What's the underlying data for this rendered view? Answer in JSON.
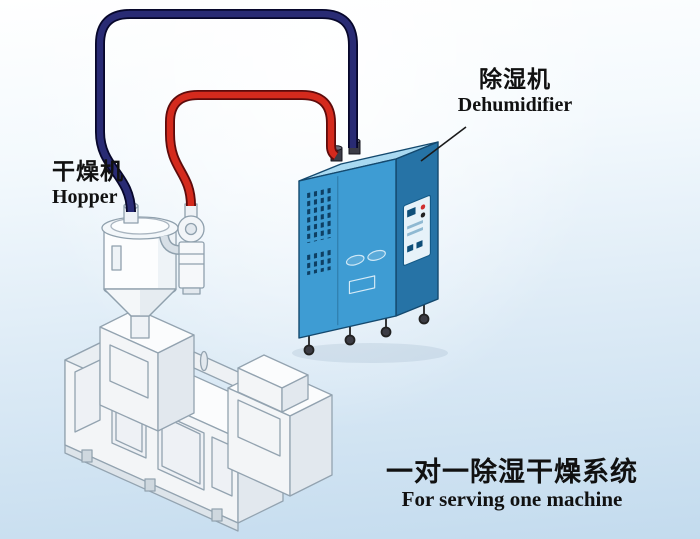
{
  "scene": {
    "labels": {
      "dryer_cn": "干燥机",
      "dryer_en": "Hopper",
      "dehumidifier_cn": "除湿机",
      "dehumidifier_en": "Dehumidifier",
      "title_cn": "一对一除湿干燥系统",
      "title_en": "For serving one machine"
    },
    "colors": {
      "cabinet_front": "#3e9cd3",
      "cabinet_side": "#2673a6",
      "cabinet_top": "#a9d9f1",
      "pipe_red": "#d42a1d",
      "pipe_navy": "#292b74",
      "machine_face": "#f3f5f7",
      "machine_top": "#fbfcfd",
      "machine_side": "#e2e8ee"
    }
  }
}
